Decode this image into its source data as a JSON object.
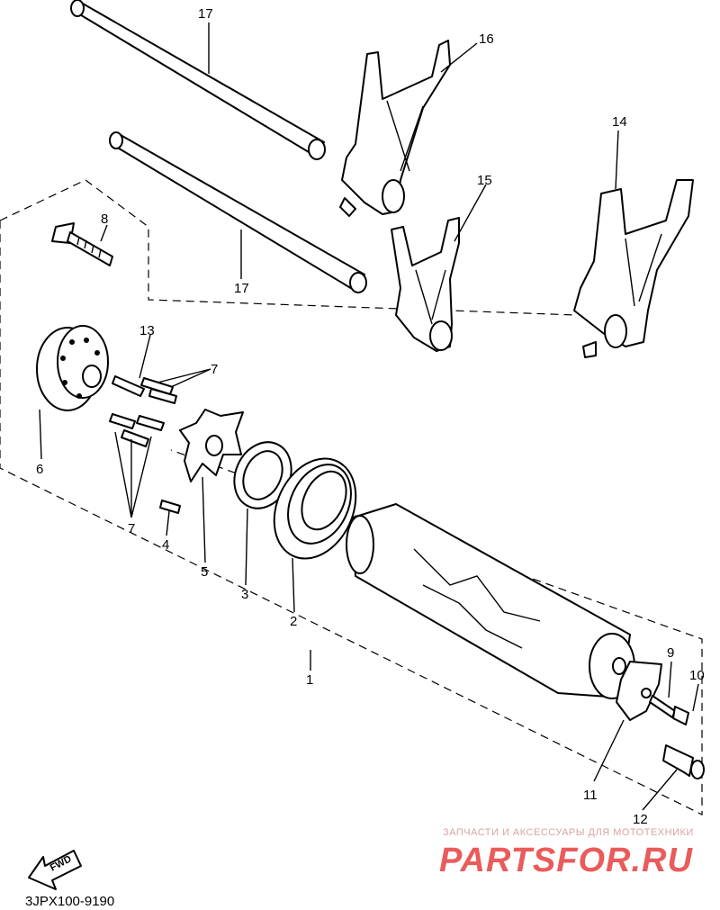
{
  "diagram": {
    "callouts": {
      "c17a": "17",
      "c16": "16",
      "c14": "14",
      "c15": "15",
      "c8": "8",
      "c17b": "17",
      "c13": "13",
      "c7a": "7",
      "c6": "6",
      "c7b": "7",
      "c4": "4",
      "c5": "5",
      "c3": "3",
      "c2": "2",
      "c1": "1",
      "c9": "9",
      "c10": "10",
      "c11": "11",
      "c12": "12"
    },
    "fwd_label": "FWD",
    "figure_code": "3JPX100-9190"
  },
  "watermark": {
    "tagline": "ЗАПЧАСТИ И АКСЕССУАРЫ ДЛЯ МОТОТЕХНИКИ",
    "brand": "PARTSFOR.RU"
  },
  "colors": {
    "ink": "#000000",
    "watermark_red": "#ea5b5b"
  }
}
